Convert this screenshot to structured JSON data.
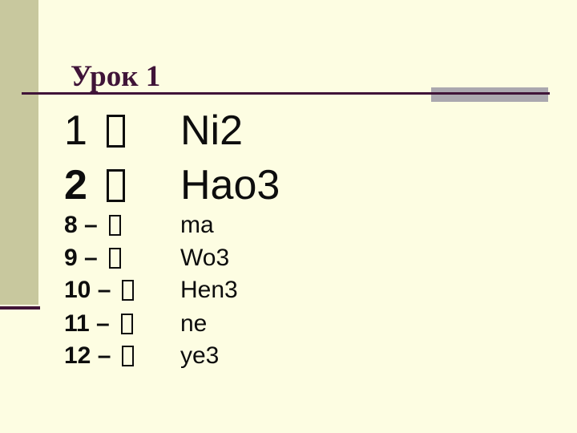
{
  "slide": {
    "title": "Урок 1",
    "rows_large": [
      {
        "num": "1",
        "pinyin": "Ni2"
      },
      {
        "num": "2",
        "pinyin": "Hao3"
      }
    ],
    "rows_small": [
      {
        "num": "8 –",
        "pinyin": "ma"
      },
      {
        "num": "9 –",
        "pinyin": "Wo3"
      },
      {
        "num": "10 –",
        "pinyin": "Hen3"
      },
      {
        "num": "11 –",
        "pinyin": "ne"
      },
      {
        "num": "12 –",
        "pinyin": "ye3"
      }
    ],
    "icons": {
      "glyph_box": "missing-glyph-box"
    },
    "colors": {
      "background": "#FDFDE2",
      "sidebar": "#C8C89E",
      "accent_dark": "#401438",
      "accent_gray": "#ABA8AF",
      "text": "#0D0D0D"
    }
  }
}
